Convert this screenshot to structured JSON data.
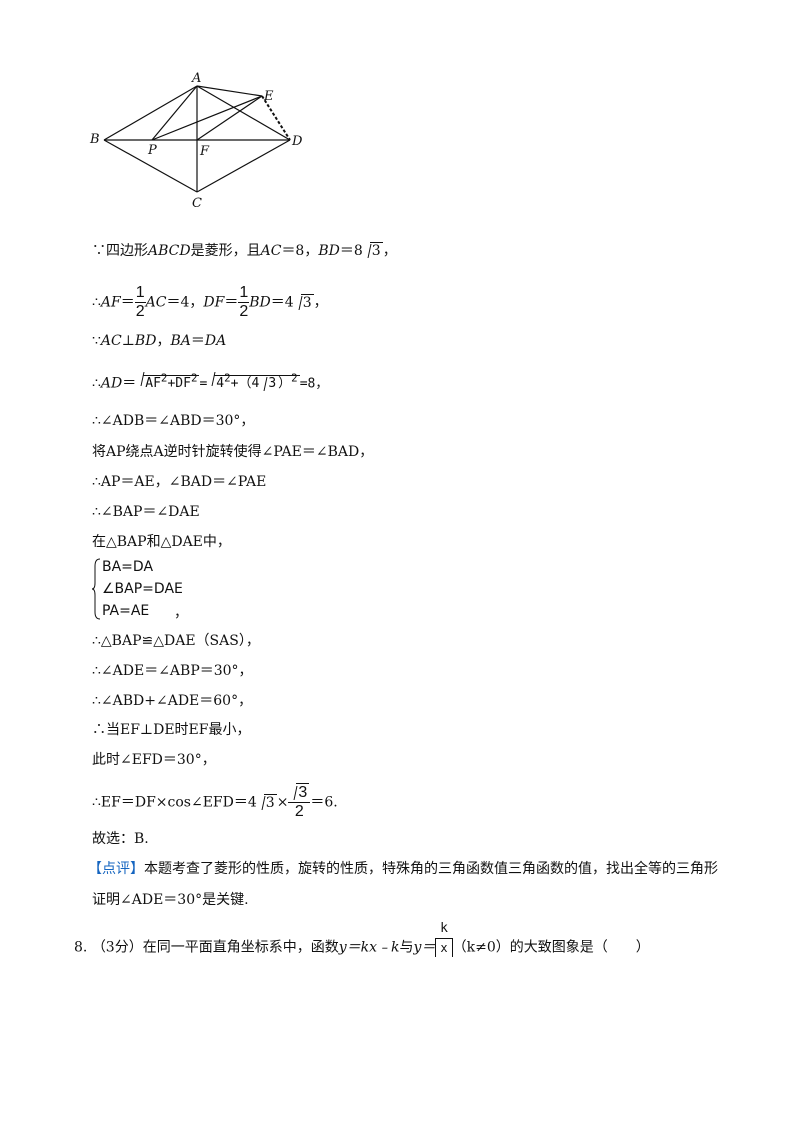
{
  "figure": {
    "labels": {
      "A": "A",
      "B": "B",
      "C": "C",
      "D": "D",
      "E": "E",
      "F": "F",
      "P": "P"
    }
  },
  "lines": {
    "l1": {
      "pre": "∵四边形",
      "abcd": "ABCD",
      "mid": "是菱形，且",
      "ac": "AC",
      "eq": "＝8，",
      "bd": "BD",
      "eq2": "＝8",
      "sqrt": "3",
      "end": "，"
    },
    "l2": {
      "pre": "∴",
      "af": "AF",
      "eq": "＝",
      "num": "1",
      "den": "2",
      "ac": "AC",
      "eq2": "＝4，",
      "df": "DF",
      "eq3": "＝",
      "num2": "1",
      "den2": "2",
      "bd": "BD",
      "eq4": "＝4",
      "sqrt": "3",
      "end": "，"
    },
    "l3": {
      "pre": "∵",
      "t1": "AC",
      "perp": "⊥",
      "t2": "BD",
      "c": "，",
      "t3": "BA",
      "eq": "＝",
      "t4": "DA"
    },
    "l4": {
      "pre": "∴",
      "ad": "AD",
      "eq": "＝",
      "r1": "AF",
      "sup": "2",
      "plus": "+DF",
      "sup2": "2",
      "eq2": "=",
      "r2a": "4",
      "sup3": "2",
      "r2b": "+（4",
      "sqrt": "3",
      "r2c": "）",
      "sup4": "2",
      "end": "=8，"
    },
    "l5": {
      "text": "∴∠ADB＝∠ABD＝30°，"
    },
    "l6": {
      "text": "将AP绕点A逆时针旋转使得∠PAE＝∠BAD，"
    },
    "l7": {
      "text": "∴AP＝AE，∠BAD＝∠PAE"
    },
    "l8": {
      "text": "∴∠BAP＝∠DAE"
    },
    "l9": {
      "text": "在△BAP和△DAE中，"
    },
    "sys": [
      "BA=DA",
      "∠BAP=DAE",
      "PA=AE"
    ],
    "sys_end": "，",
    "l10": {
      "text": "∴△BAP≌△DAE（SAS），"
    },
    "l11": {
      "text": "∴∠ADE＝∠ABP＝30°，"
    },
    "l12": {
      "text": "∴∠ABD+∠ADE＝60°，"
    },
    "l13": {
      "text": "∴当EF⊥DE时EF最小，"
    },
    "l14": {
      "text": "此时∠EFD＝30°，"
    },
    "l15": {
      "pre": "∴EF＝DF×cos∠EFD＝4",
      "sqrt": "3",
      "times": "×",
      "num": "3",
      "den": "2",
      "end": "＝6."
    },
    "l16": {
      "text": "故选：B."
    },
    "comment": {
      "tag": "【点评】",
      "text1": "本题考查了菱形的性质，旋转的性质，特殊角的三角函数值三角函数的值，找出全等的三角形",
      "text2": "证明∠ADE＝30°是关键."
    },
    "q8": {
      "num": "8.",
      "score": "（3分）在同一平面直角坐标系中，函数",
      "f1": "y＝kx﹣k",
      "with": "与",
      "f2": "y＝",
      "fnum": "k",
      "fden": "x",
      "cond": "（k≠0）的大致图象是（　　）"
    }
  }
}
